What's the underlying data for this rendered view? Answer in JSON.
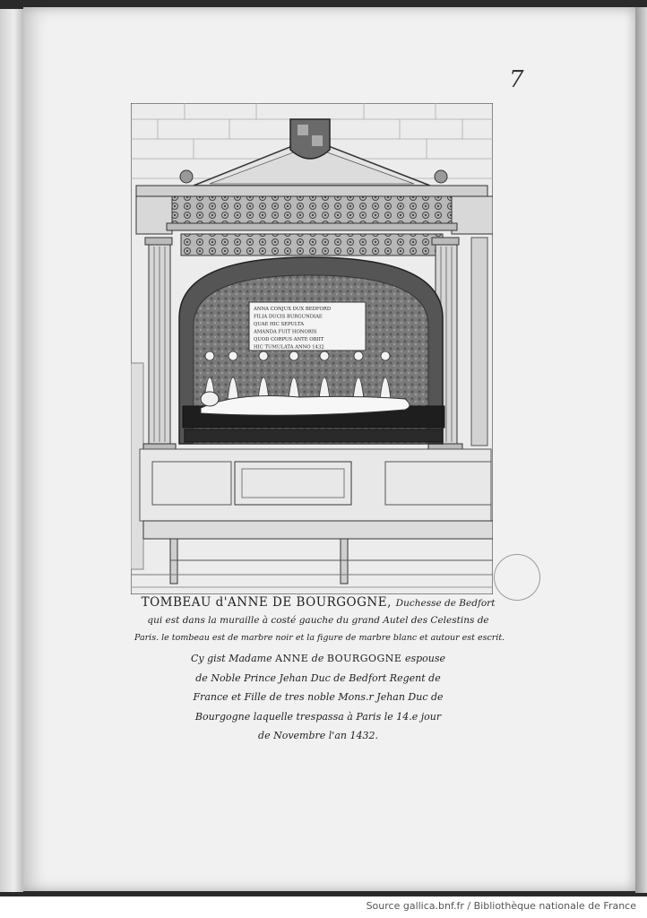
{
  "page_number": "7",
  "header_faint": "",
  "plate": {
    "inscription_lines": [
      "ANNA CONJUX DUX BEDFORD",
      "FILIA DUCIS BURGUNDIAE",
      "QUAE HIC SEPULTA",
      "AMANDA FUIT HONORIS",
      "QUOD CORPUS ANTE OBIIT",
      "HIC TUMULATA ANNO 1432"
    ]
  },
  "caption": {
    "title_main": "TOMBEAU d'ANNE DE BOURGOGNE,",
    "title_sub": "Duchesse de Bedfort",
    "line1": "qui est dans la muraille à costé gauche du grand Autel des Celestins de",
    "line2": "Paris. le tombeau est de marbre noir et la figure de marbre blanc et autour est escrit.",
    "epitaph": [
      {
        "pre": "Cy gist Madame ",
        "caps": "ANNE",
        "mid": " de ",
        "caps2": "BOURGOGNE",
        "post": " espouse"
      },
      {
        "pre": "de Noble Prince Jehan Duc de Bedfort Regent de",
        "caps": "",
        "mid": "",
        "caps2": "",
        "post": ""
      },
      {
        "pre": "France et Fille de tres noble Mons.r Jehan Duc de",
        "caps": "",
        "mid": "",
        "caps2": "",
        "post": ""
      },
      {
        "pre": "Bourgogne laquelle trespassa à Paris le 14.e jour",
        "caps": "",
        "mid": "",
        "caps2": "",
        "post": ""
      },
      {
        "pre": "de Novembre l'an 1432.",
        "caps": "",
        "mid": "",
        "caps2": "",
        "post": ""
      }
    ]
  },
  "credit": "Source gallica.bnf.fr / Bibliothèque nationale de France"
}
